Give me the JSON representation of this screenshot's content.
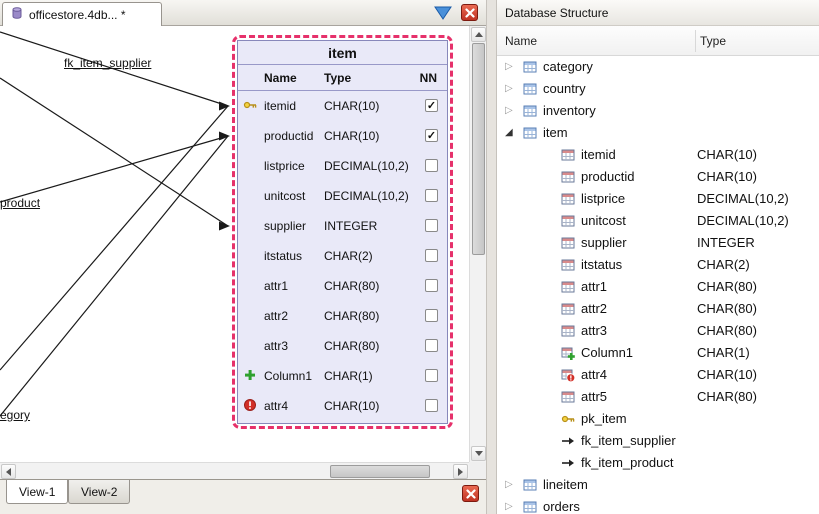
{
  "colors": {
    "selection_border": "#e6316b",
    "entity_fill": "#e9e9f8",
    "entity_border": "#8888bb",
    "close_button_red": "#c23a28",
    "filter_icon_blue": "#4a90d9"
  },
  "left_panel": {
    "tab": {
      "label": "officestore.4db... *",
      "icon": "database"
    },
    "diagram": {
      "labels": {
        "supplier": "fk_item_supplier",
        "product": "product",
        "category": "egory"
      },
      "entity": {
        "title": "item",
        "header": {
          "name": "Name",
          "type": "Type",
          "nn": "NN"
        },
        "rows": [
          {
            "icon": "key",
            "name": "itemid",
            "type": "CHAR(10)",
            "nn": true
          },
          {
            "icon": "none",
            "name": "productid",
            "type": "CHAR(10)",
            "nn": true
          },
          {
            "icon": "none",
            "name": "listprice",
            "type": "DECIMAL(10,2)",
            "nn": false
          },
          {
            "icon": "none",
            "name": "unitcost",
            "type": "DECIMAL(10,2)",
            "nn": false
          },
          {
            "icon": "none",
            "name": "supplier",
            "type": "INTEGER",
            "nn": false
          },
          {
            "icon": "none",
            "name": "itstatus",
            "type": "CHAR(2)",
            "nn": false
          },
          {
            "icon": "none",
            "name": "attr1",
            "type": "CHAR(80)",
            "nn": false
          },
          {
            "icon": "none",
            "name": "attr2",
            "type": "CHAR(80)",
            "nn": false
          },
          {
            "icon": "none",
            "name": "attr3",
            "type": "CHAR(80)",
            "nn": false
          },
          {
            "icon": "plus",
            "name": "Column1",
            "type": "CHAR(1)",
            "nn": false
          },
          {
            "icon": "error",
            "name": "attr4",
            "type": "CHAR(10)",
            "nn": false
          }
        ]
      }
    },
    "view_tabs": [
      {
        "label": "View-1",
        "active": true
      },
      {
        "label": "View-2",
        "active": false
      }
    ]
  },
  "right_panel": {
    "title": "Database Structure",
    "columns": {
      "name": "Name",
      "type": "Type"
    },
    "tree": [
      {
        "label": "category",
        "type": "",
        "level": 1,
        "icon": "table",
        "expander": "collapsed"
      },
      {
        "label": "country",
        "type": "",
        "level": 1,
        "icon": "table",
        "expander": "collapsed"
      },
      {
        "label": "inventory",
        "type": "",
        "level": 1,
        "icon": "table",
        "expander": "collapsed"
      },
      {
        "label": "item",
        "type": "",
        "level": 1,
        "icon": "table",
        "expander": "expanded"
      },
      {
        "label": "itemid",
        "type": "CHAR(10)",
        "level": 2,
        "icon": "column",
        "expander": "none"
      },
      {
        "label": "productid",
        "type": "CHAR(10)",
        "level": 2,
        "icon": "column",
        "expander": "none"
      },
      {
        "label": "listprice",
        "type": "DECIMAL(10,2)",
        "level": 2,
        "icon": "column",
        "expander": "none"
      },
      {
        "label": "unitcost",
        "type": "DECIMAL(10,2)",
        "level": 2,
        "icon": "column",
        "expander": "none"
      },
      {
        "label": "supplier",
        "type": "INTEGER",
        "level": 2,
        "icon": "column",
        "expander": "none"
      },
      {
        "label": "itstatus",
        "type": "CHAR(2)",
        "level": 2,
        "icon": "column",
        "expander": "none"
      },
      {
        "label": "attr1",
        "type": "CHAR(80)",
        "level": 2,
        "icon": "column",
        "expander": "none"
      },
      {
        "label": "attr2",
        "type": "CHAR(80)",
        "level": 2,
        "icon": "column",
        "expander": "none"
      },
      {
        "label": "attr3",
        "type": "CHAR(80)",
        "level": 2,
        "icon": "column",
        "expander": "none"
      },
      {
        "label": "Column1",
        "type": "CHAR(1)",
        "level": 2,
        "icon": "column-plus",
        "expander": "none"
      },
      {
        "label": "attr4",
        "type": "CHAR(10)",
        "level": 2,
        "icon": "column-error",
        "expander": "none"
      },
      {
        "label": "attr5",
        "type": "CHAR(80)",
        "level": 2,
        "icon": "column",
        "expander": "none"
      },
      {
        "label": "pk_item",
        "type": "",
        "level": 2,
        "icon": "key",
        "expander": "none"
      },
      {
        "label": "fk_item_supplier",
        "type": "",
        "level": 2,
        "icon": "fk",
        "expander": "none"
      },
      {
        "label": "fk_item_product",
        "type": "",
        "level": 2,
        "icon": "fk",
        "expander": "none"
      },
      {
        "label": "lineitem",
        "type": "",
        "level": 1,
        "icon": "table",
        "expander": "collapsed"
      },
      {
        "label": "orders",
        "type": "",
        "level": 1,
        "icon": "table",
        "expander": "collapsed"
      }
    ]
  }
}
